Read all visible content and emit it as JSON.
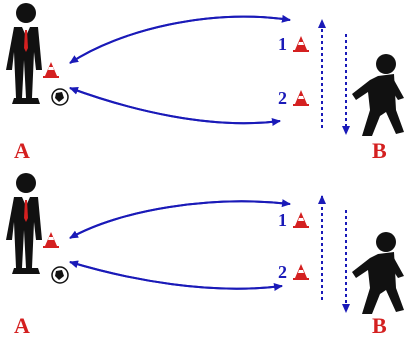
{
  "panels": [
    {
      "player_a_label": "A",
      "player_b_label": "B",
      "cone_1_label": "1",
      "cone_2_label": "2"
    },
    {
      "player_a_label": "A",
      "player_b_label": "B",
      "cone_1_label": "1",
      "cone_2_label": "2"
    }
  ],
  "colors": {
    "arrow": "#1a1ab8",
    "label": "#d42020",
    "number": "#1a1ab8",
    "cone": "#d42020",
    "figure": "#111111"
  }
}
